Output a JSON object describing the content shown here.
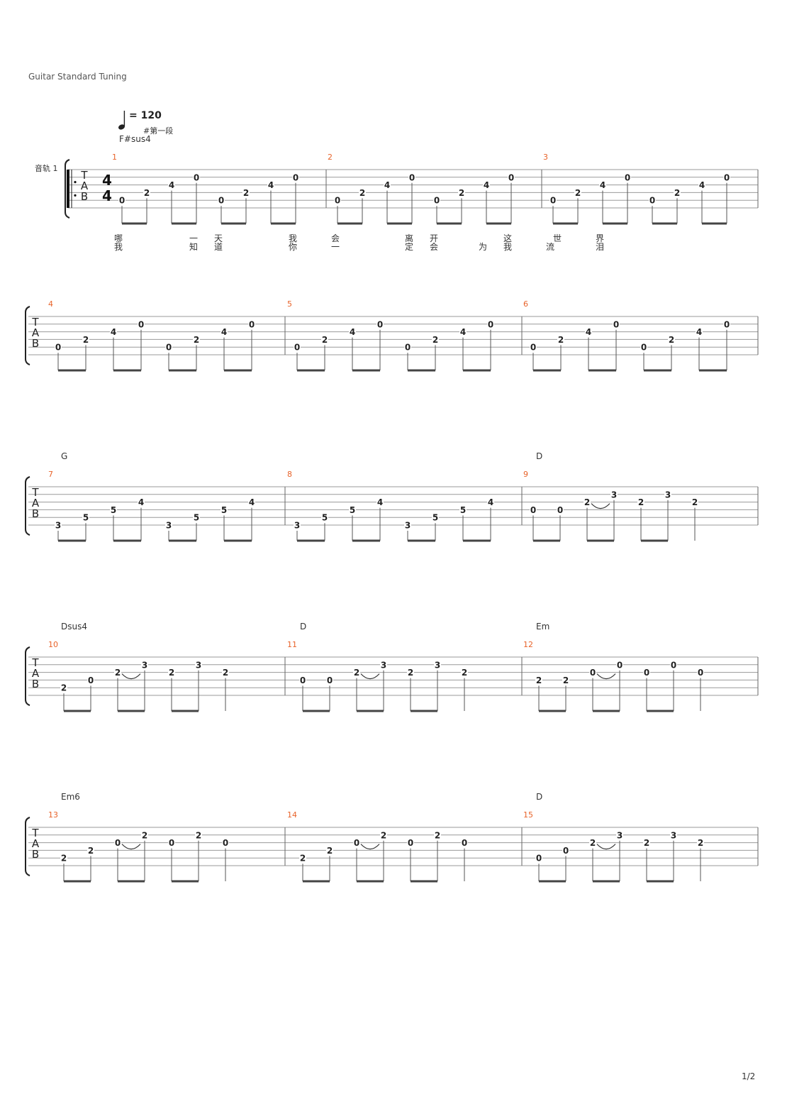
{
  "header": {
    "tuning": "Guitar Standard Tuning",
    "tempo": "= 120",
    "section": "#第一段",
    "track_name": "音轨 1",
    "page_number": "1/2"
  },
  "tab": {
    "clef": [
      "T",
      "A",
      "B"
    ],
    "time_signature": [
      "4",
      "4"
    ],
    "systems": [
      {
        "measures": [
          {
            "number": "1",
            "chord": "F#sus4",
            "notes": [
              [
                5,
                "0"
              ],
              [
                4,
                "2"
              ],
              [
                3,
                "4"
              ],
              [
                2,
                "0"
              ],
              [
                5,
                "0"
              ],
              [
                4,
                "2"
              ],
              [
                3,
                "4"
              ],
              [
                2,
                "0"
              ]
            ]
          },
          {
            "number": "2",
            "chord": "",
            "notes": [
              [
                5,
                "0"
              ],
              [
                4,
                "2"
              ],
              [
                3,
                "4"
              ],
              [
                2,
                "0"
              ],
              [
                5,
                "0"
              ],
              [
                4,
                "2"
              ],
              [
                3,
                "4"
              ],
              [
                2,
                "0"
              ]
            ]
          },
          {
            "number": "3",
            "chord": "",
            "notes": [
              [
                5,
                "0"
              ],
              [
                4,
                "2"
              ],
              [
                3,
                "4"
              ],
              [
                2,
                "0"
              ],
              [
                5,
                "0"
              ],
              [
                4,
                "2"
              ],
              [
                3,
                "4"
              ],
              [
                2,
                "0"
              ]
            ]
          }
        ],
        "lyrics_line1": [
          "哪",
          "一",
          "天",
          "我",
          "会",
          "离",
          "开",
          "这",
          "世",
          "界"
        ],
        "lyrics_line2": [
          "我",
          "知",
          "道",
          "你",
          "一",
          "定",
          "会",
          "为",
          "我",
          "流",
          "泪"
        ]
      },
      {
        "measures": [
          {
            "number": "4",
            "chord": "",
            "notes": [
              [
                5,
                "0"
              ],
              [
                4,
                "2"
              ],
              [
                3,
                "4"
              ],
              [
                2,
                "0"
              ],
              [
                5,
                "0"
              ],
              [
                4,
                "2"
              ],
              [
                3,
                "4"
              ],
              [
                2,
                "0"
              ]
            ]
          },
          {
            "number": "5",
            "chord": "",
            "notes": [
              [
                5,
                "0"
              ],
              [
                4,
                "2"
              ],
              [
                3,
                "4"
              ],
              [
                2,
                "0"
              ],
              [
                5,
                "0"
              ],
              [
                4,
                "2"
              ],
              [
                3,
                "4"
              ],
              [
                2,
                "0"
              ]
            ]
          },
          {
            "number": "6",
            "chord": "",
            "notes": [
              [
                5,
                "0"
              ],
              [
                4,
                "2"
              ],
              [
                3,
                "4"
              ],
              [
                2,
                "0"
              ],
              [
                5,
                "0"
              ],
              [
                4,
                "2"
              ],
              [
                3,
                "4"
              ],
              [
                2,
                "0"
              ]
            ]
          }
        ]
      },
      {
        "measures": [
          {
            "number": "7",
            "chord": "G",
            "notes": [
              [
                6,
                "3"
              ],
              [
                5,
                "5"
              ],
              [
                4,
                "5"
              ],
              [
                3,
                "4"
              ],
              [
                6,
                "3"
              ],
              [
                5,
                "5"
              ],
              [
                4,
                "5"
              ],
              [
                3,
                "4"
              ]
            ]
          },
          {
            "number": "8",
            "chord": "",
            "notes": [
              [
                6,
                "3"
              ],
              [
                5,
                "5"
              ],
              [
                4,
                "5"
              ],
              [
                3,
                "4"
              ],
              [
                6,
                "3"
              ],
              [
                5,
                "5"
              ],
              [
                4,
                "5"
              ],
              [
                3,
                "4"
              ]
            ]
          },
          {
            "number": "9",
            "chord": "D",
            "tie": [
              3,
              4
            ],
            "notes": [
              [
                4,
                "0"
              ],
              [
                4,
                "0"
              ],
              [
                3,
                "2"
              ],
              [
                2,
                "3"
              ],
              [
                3,
                "2"
              ],
              [
                2,
                "3"
              ],
              [
                3,
                "2"
              ]
            ]
          }
        ]
      },
      {
        "measures": [
          {
            "number": "10",
            "chord": "Dsus4",
            "tie": [
              3,
              4
            ],
            "notes": [
              [
                5,
                "2"
              ],
              [
                4,
                "0"
              ],
              [
                3,
                "2"
              ],
              [
                2,
                "3"
              ],
              [
                3,
                "2"
              ],
              [
                2,
                "3"
              ],
              [
                3,
                "2"
              ]
            ]
          },
          {
            "number": "11",
            "chord": "D",
            "tie": [
              3,
              4
            ],
            "notes": [
              [
                4,
                "0"
              ],
              [
                4,
                "0"
              ],
              [
                3,
                "2"
              ],
              [
                2,
                "3"
              ],
              [
                3,
                "2"
              ],
              [
                2,
                "3"
              ],
              [
                3,
                "2"
              ]
            ]
          },
          {
            "number": "12",
            "chord": "Em",
            "tie": [
              3,
              4
            ],
            "notes": [
              [
                4,
                "2"
              ],
              [
                4,
                "2"
              ],
              [
                3,
                "0"
              ],
              [
                2,
                "0"
              ],
              [
                3,
                "0"
              ],
              [
                2,
                "0"
              ],
              [
                3,
                "0"
              ]
            ]
          }
        ]
      },
      {
        "measures": [
          {
            "number": "13",
            "chord": "Em6",
            "tie": [
              3,
              4
            ],
            "notes": [
              [
                5,
                "2"
              ],
              [
                4,
                "2"
              ],
              [
                3,
                "0"
              ],
              [
                2,
                "2"
              ],
              [
                3,
                "0"
              ],
              [
                2,
                "2"
              ],
              [
                3,
                "0"
              ]
            ]
          },
          {
            "number": "14",
            "chord": "",
            "tie": [
              3,
              4
            ],
            "notes": [
              [
                5,
                "2"
              ],
              [
                4,
                "2"
              ],
              [
                3,
                "0"
              ],
              [
                2,
                "2"
              ],
              [
                3,
                "0"
              ],
              [
                2,
                "2"
              ],
              [
                3,
                "0"
              ]
            ]
          },
          {
            "number": "15",
            "chord": "D",
            "tie": [
              3,
              4
            ],
            "notes": [
              [
                5,
                "0"
              ],
              [
                4,
                "0"
              ],
              [
                3,
                "2"
              ],
              [
                2,
                "3"
              ],
              [
                3,
                "2"
              ],
              [
                2,
                "3"
              ],
              [
                3,
                "2"
              ]
            ]
          }
        ]
      }
    ]
  }
}
